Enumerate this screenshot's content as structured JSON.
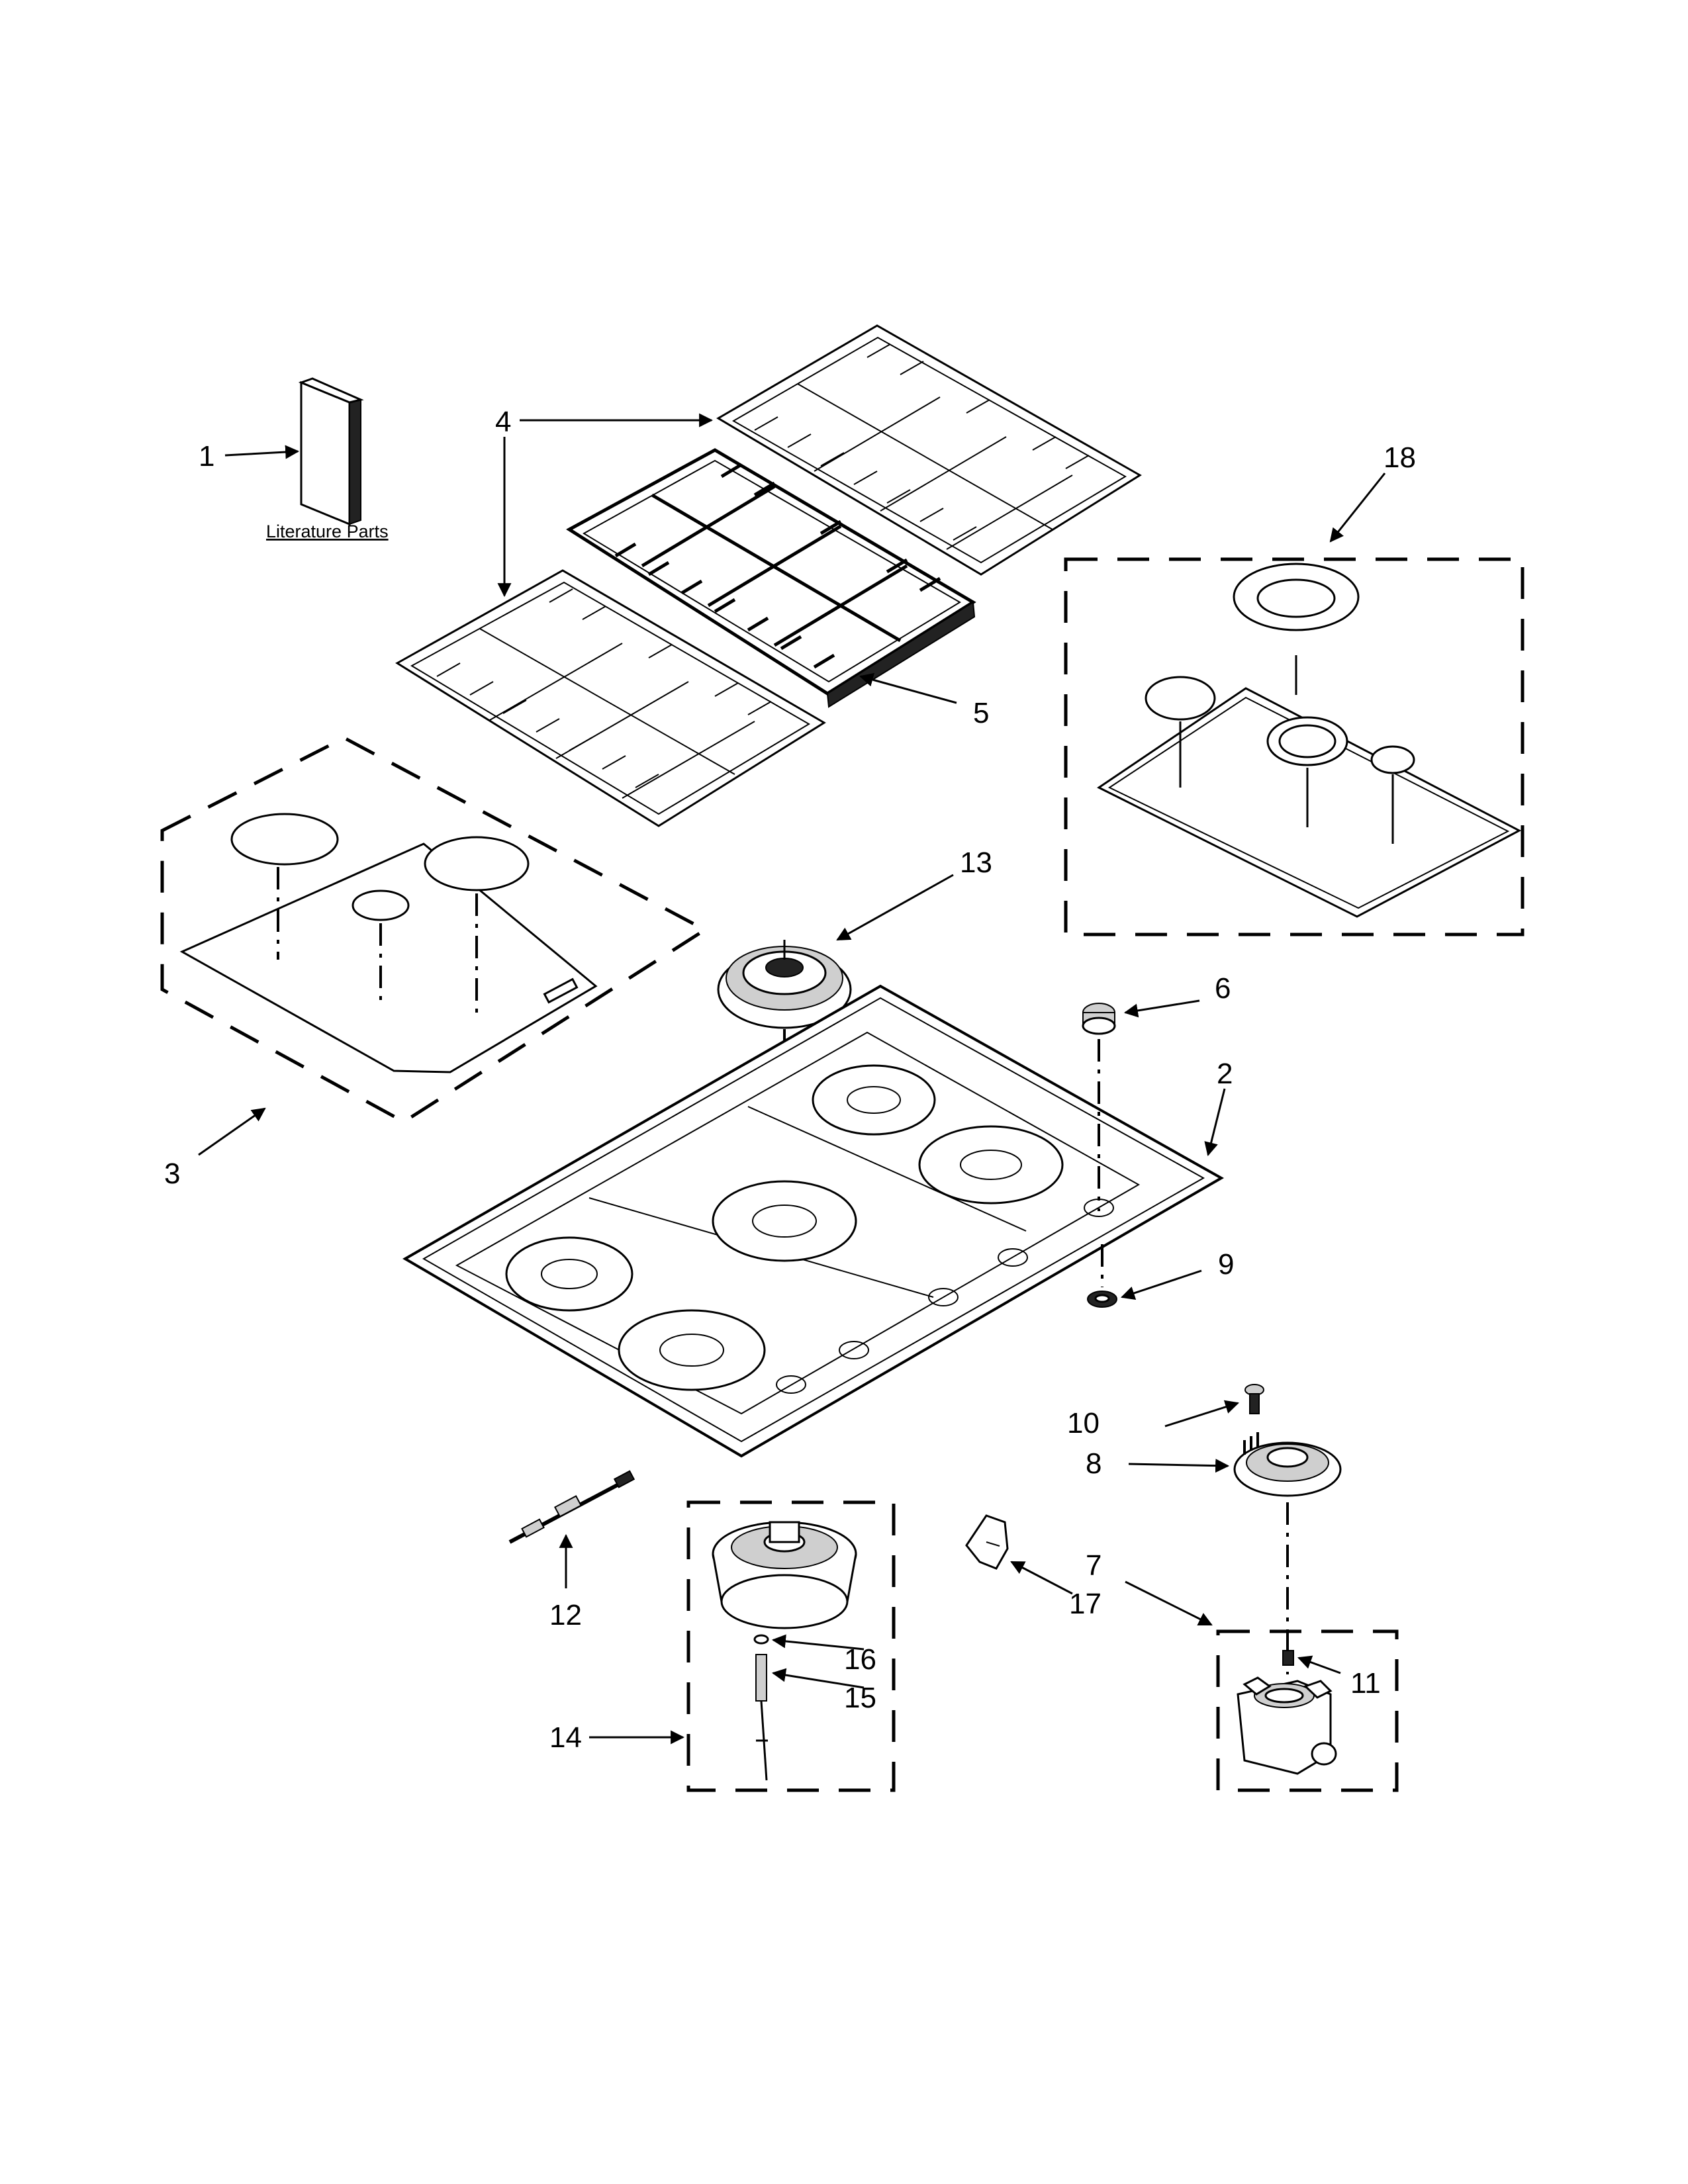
{
  "callouts": {
    "c1": "1",
    "c2": "2",
    "c3": "3",
    "c4": "4",
    "c5": "5",
    "c6": "6",
    "c7": "7",
    "c8": "8",
    "c9": "9",
    "c10": "10",
    "c11": "11",
    "c12": "12",
    "c13": "13",
    "c14": "14",
    "c15": "15",
    "c16": "16",
    "c17": "17",
    "c18": "18"
  },
  "literature_label": "Literature Parts"
}
